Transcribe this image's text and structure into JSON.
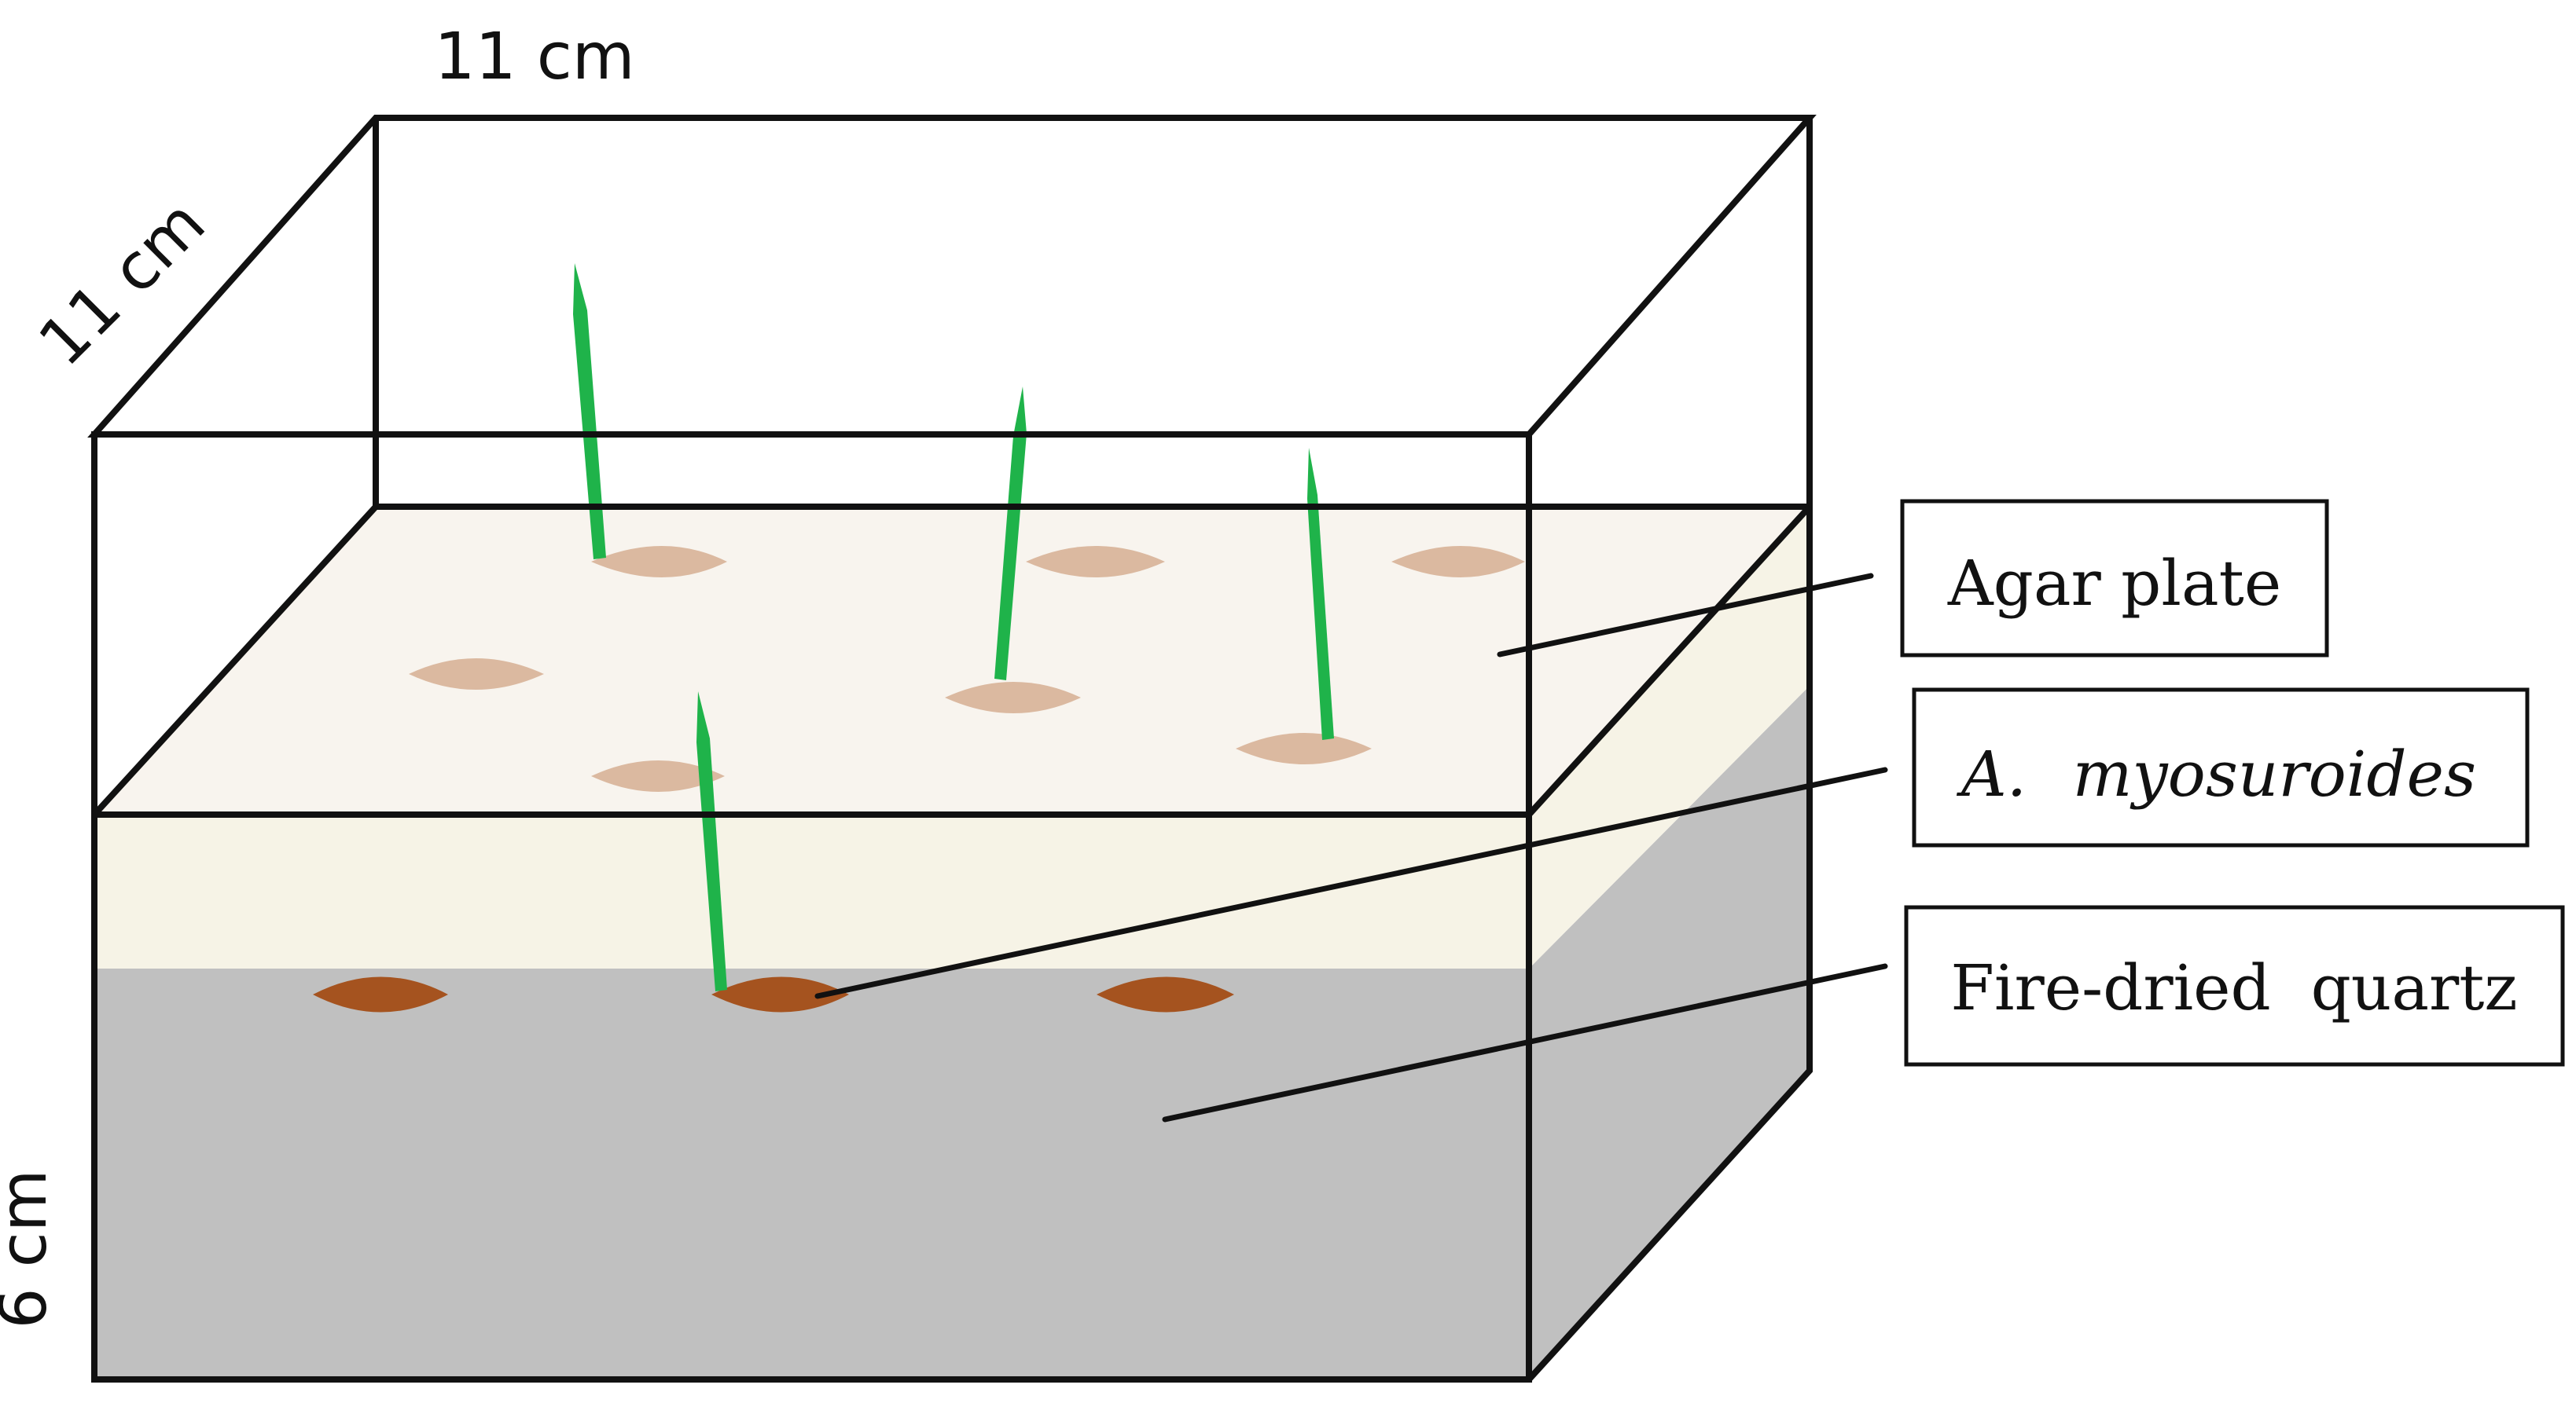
{
  "dimensions": {
    "width_label": "11 cm",
    "depth_label": "11 cm",
    "height_label": "6 cm"
  },
  "callouts": {
    "agar": {
      "label": "Agar plate"
    },
    "seed": {
      "genus": "A.",
      "species": "myosuroides"
    },
    "quartz": {
      "label": "Fire-dried  quartz"
    }
  },
  "colors": {
    "agar_top": "#f8f4ee",
    "agar_front": "#f6f3e6",
    "quartz": "#c0c0c0",
    "seed_on_agar": "#dbb9a0",
    "seed_in_quartz": "#a5531f",
    "shoot": "#1fb34a",
    "edge": "#111111"
  }
}
